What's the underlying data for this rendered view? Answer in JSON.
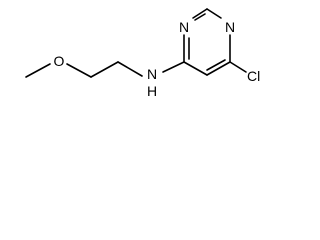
{
  "molecule": {
    "atoms": {
      "n1": "N",
      "n3": "N",
      "o": "O",
      "nh": "N",
      "h": "H",
      "cl": "Cl"
    }
  }
}
